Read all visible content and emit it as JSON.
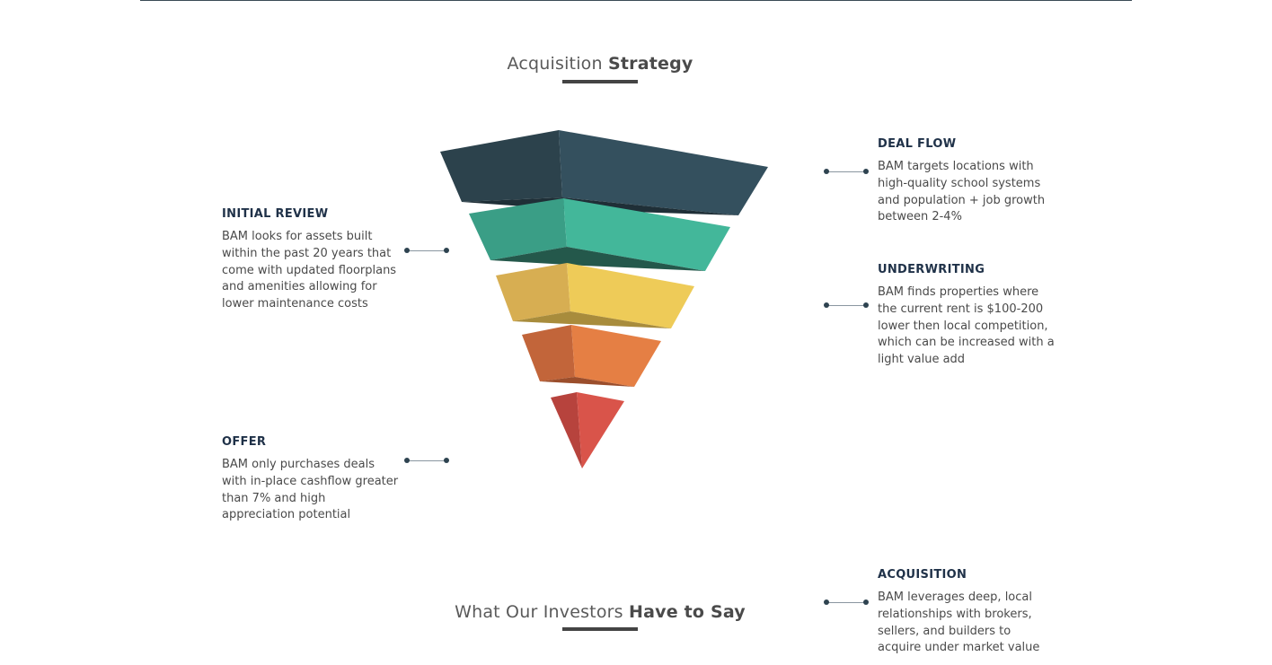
{
  "sections": {
    "strategy": {
      "light": "Acquisition",
      "bold": "Strategy"
    },
    "investors": {
      "light": "What Our Investors",
      "bold": "Have to Say"
    }
  },
  "stages": {
    "deal_flow": {
      "title": "DEAL FLOW",
      "text": "BAM targets locations with high-quality school systems and population + job growth between 2-4%"
    },
    "initial_review": {
      "title": "INITIAL REVIEW",
      "text": "BAM looks for assets built within the past 20 years that come with updated floorplans and amenities allowing for lower maintenance costs"
    },
    "underwriting": {
      "title": "UNDERWRITING",
      "text": "BAM finds properties where the current rent is $100-200 lower then local competition, which can be increased with a light value add"
    },
    "offer": {
      "title": "OFFER",
      "text": "BAM only purchases deals with in-place cashflow greater than 7% and high appreciation potential"
    },
    "acquisition": {
      "title": "ACQUISITION",
      "text": "BAM leverages deep, local relationships with brokers, sellers, and builders to acquire under market value"
    }
  },
  "colors": {
    "layer1": "#2f4650",
    "layer2": "#43b79a",
    "layer3": "#eecb58",
    "layer4": "#e57f44",
    "layer5": "#d9544a",
    "accent_dark": "#1f3148"
  }
}
